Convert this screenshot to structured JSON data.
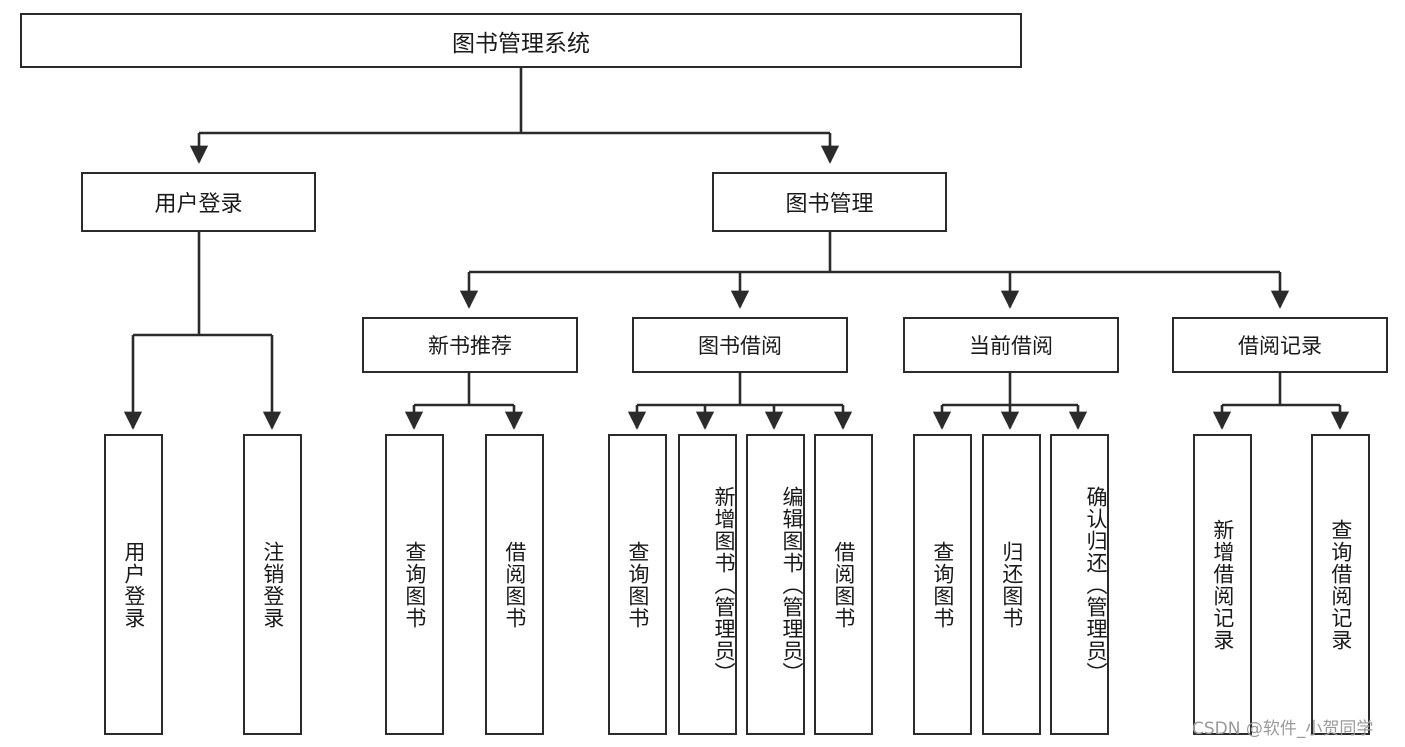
{
  "diagram": {
    "title": "图书管理系统",
    "watermark": "CSDN @软件_小贺同学",
    "accent_color": "#2b2b2b",
    "background_color": "#ffffff"
  },
  "nodes": {
    "root": {
      "label": "图书管理系统"
    },
    "level2": [
      {
        "label": "用户登录"
      },
      {
        "label": "图书管理"
      }
    ],
    "level3": [
      {
        "label": "新书推荐"
      },
      {
        "label": "图书借阅"
      },
      {
        "label": "当前借阅"
      },
      {
        "label": "借阅记录"
      }
    ],
    "leaves": [
      {
        "label": "用户登录",
        "parent": "用户登录"
      },
      {
        "label": "注销登录",
        "parent": "用户登录"
      },
      {
        "label": "查询图书",
        "parent": "新书推荐"
      },
      {
        "label": "借阅图书",
        "parent": "新书推荐"
      },
      {
        "label": "查询图书",
        "parent": "图书借阅"
      },
      {
        "label": "新增图书（管理员）",
        "parent": "图书借阅"
      },
      {
        "label": "编辑图书（管理员）",
        "parent": "图书借阅"
      },
      {
        "label": "借阅图书",
        "parent": "图书借阅"
      },
      {
        "label": "查询图书",
        "parent": "当前借阅"
      },
      {
        "label": "归还图书",
        "parent": "当前借阅"
      },
      {
        "label": "确认归还（管理员）",
        "parent": "当前借阅"
      },
      {
        "label": "新增借阅记录",
        "parent": "借阅记录"
      },
      {
        "label": "查询借阅记录",
        "parent": "借阅记录"
      }
    ]
  }
}
